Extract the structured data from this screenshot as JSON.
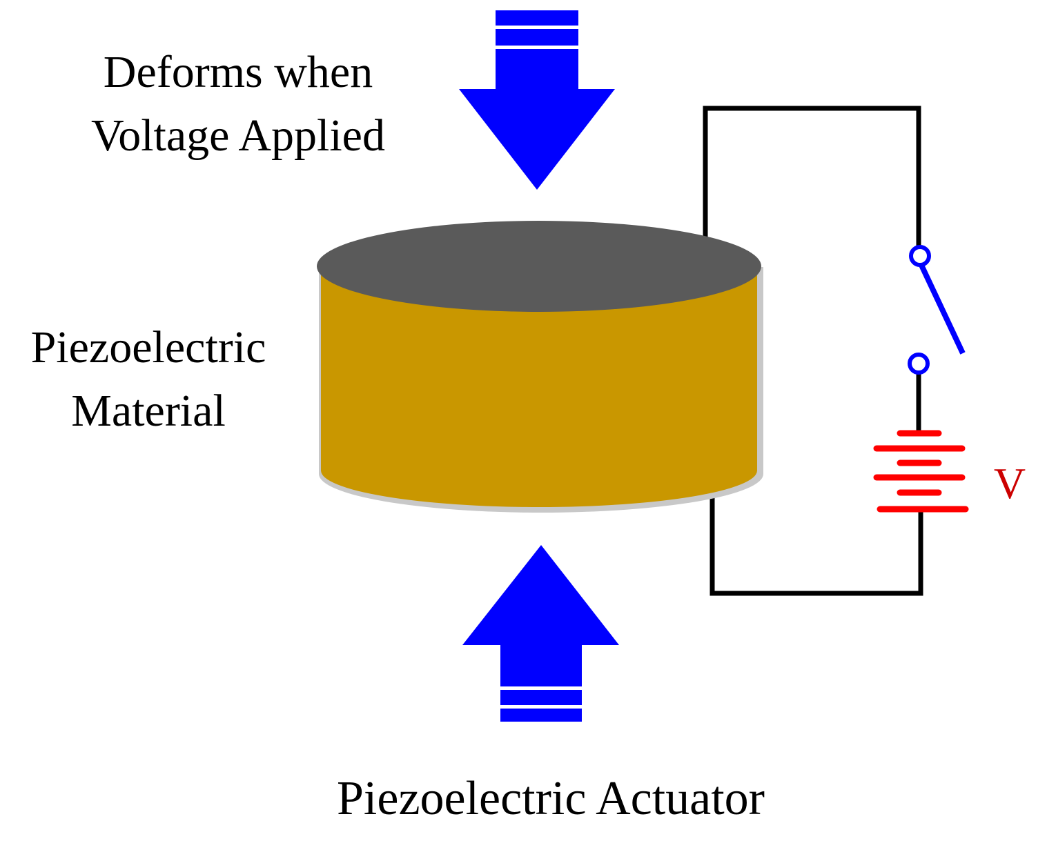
{
  "labels": {
    "deform_line1": "Deforms when",
    "deform_line2": "Voltage Applied",
    "material_line1": "Piezoelectric",
    "material_line2": "Material",
    "voltage": "V",
    "caption": "Piezoelectric Actuator"
  },
  "colors": {
    "arrow": "#0000ff",
    "cylinder_top": "#5a5a5a",
    "cylinder_body": "#c99700",
    "wire": "#000000",
    "switch": "#0000ff",
    "battery": "#ff0000",
    "voltage_label": "#cc0000"
  },
  "icons": {
    "top_arrow": "down-arrow-icon",
    "bottom_arrow": "up-arrow-icon",
    "switch": "switch-icon",
    "battery": "battery-icon"
  }
}
